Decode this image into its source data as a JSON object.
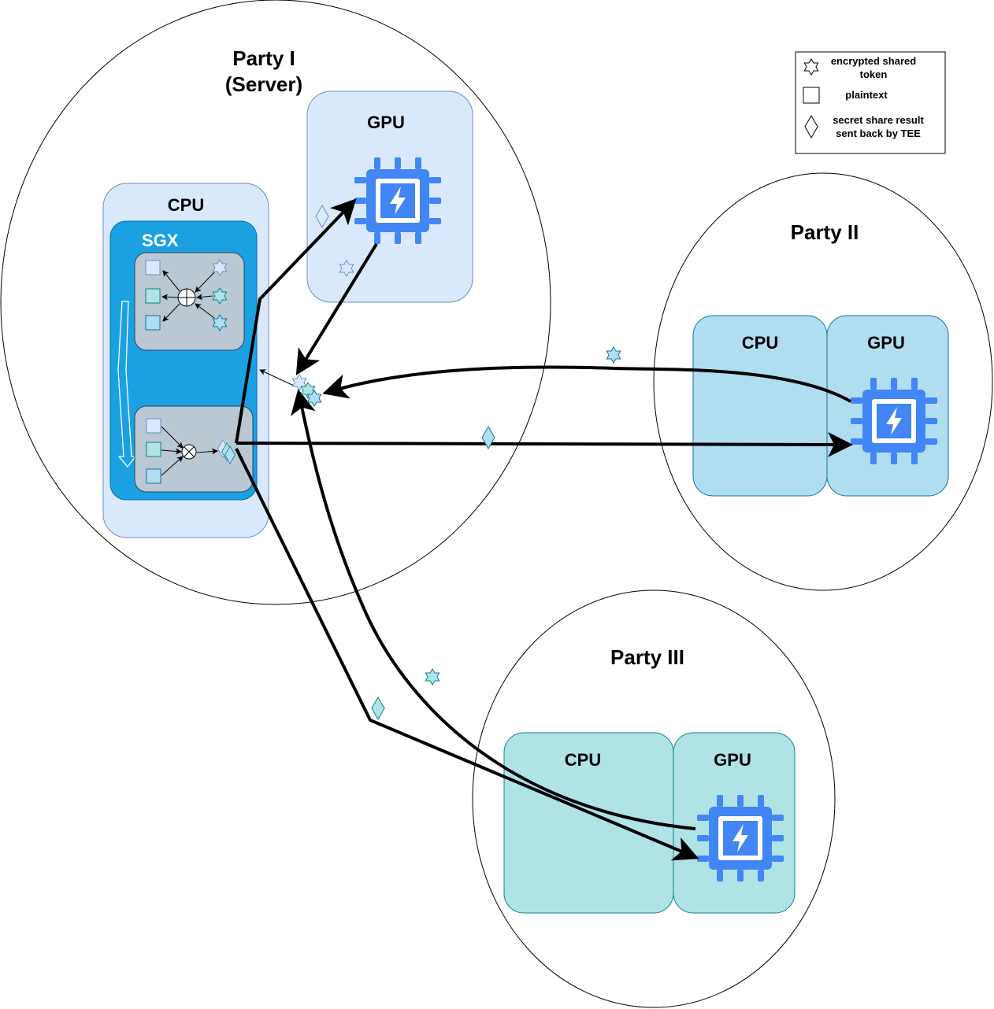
{
  "parties": {
    "party1": {
      "title_line1": "Party I",
      "title_line2": "(Server)",
      "gpu_label": "GPU",
      "cpu_label": "CPU",
      "sgx_label": "SGX"
    },
    "party2": {
      "title": "Party II",
      "cpu_label": "CPU",
      "gpu_label": "GPU"
    },
    "party3": {
      "title": "Party III",
      "cpu_label": "CPU",
      "gpu_label": "GPU"
    }
  },
  "legend": {
    "token_line1": "encrypted shared",
    "token_line2": "token",
    "plaintext": "plaintext",
    "secret_line1": "secret share result",
    "secret_line2": "sent back by TEE"
  },
  "colors": {
    "cpu_box_party1": "#dae8fc",
    "sgx_box": "#1ba1e2",
    "inner_module": "#bac8d3",
    "party2_boxes": "#b1ddf0",
    "party3_boxes": "#b0e3e6",
    "gpu_chip": "#4285f4",
    "arrow": "#000000"
  },
  "icons": {
    "gpu": "gpu-chip-icon",
    "token": "star-icon",
    "plaintext": "square-icon",
    "secret": "diamond-icon",
    "add": "circled-plus-icon",
    "multiply": "circled-times-icon"
  }
}
